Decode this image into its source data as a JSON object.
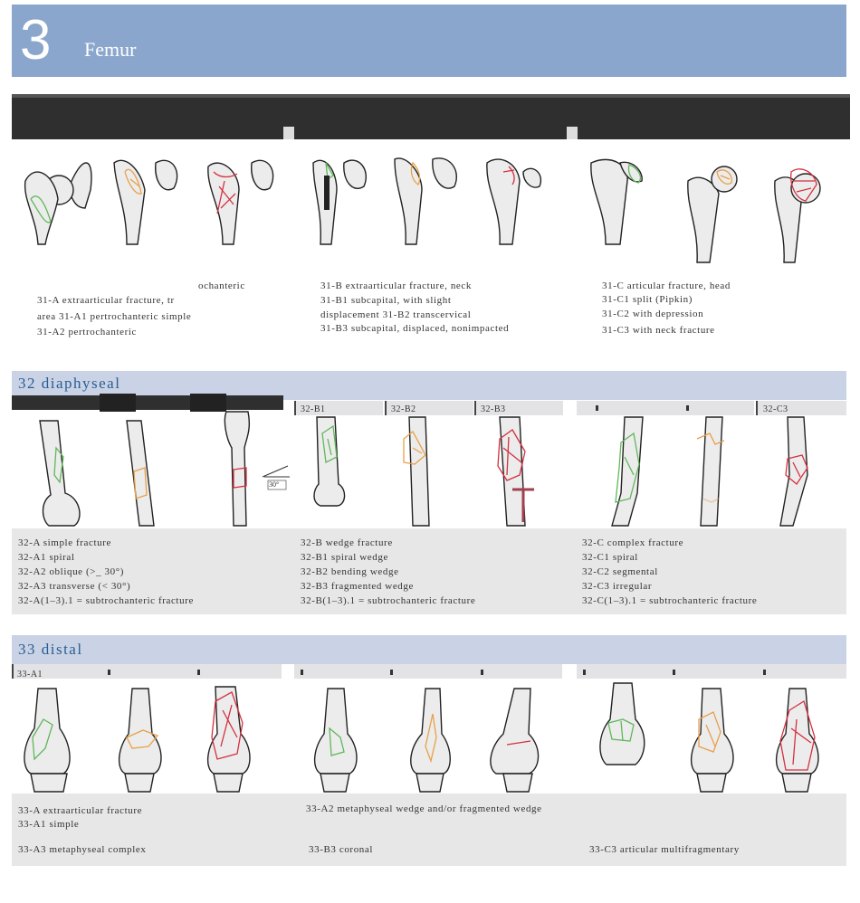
{
  "header": {
    "chapter_number": "3",
    "chapter_title": "Femur"
  },
  "section31": {
    "captions": {
      "fragment_ochanteric": "ochanteric",
      "A_line1": "31-A    extraarticular fracture, tr",
      "A_line2": "area 31-A1  pertrochanteric simple",
      "A_line3": "31-A2  pertrochanteric",
      "B_line1": "31-B    extraarticular fracture, neck",
      "B_line2": "31-B1  subcapital, with slight",
      "B_line3": "displacement 31-B2  transcervical",
      "B_line4": "31-B3  subcapital, displaced, nonimpacted",
      "C_line1": "31-C    articular fracture, head",
      "C_line2": "31-C1  split (Pipkin)",
      "C_line3": "31-C2  with depression",
      "C_line4": "31-C3  with neck fracture"
    }
  },
  "section32": {
    "title": "32    diaphyseal",
    "sub_labels": {
      "b1": "32-B1",
      "b2": "32-B2",
      "b3": "32-B3",
      "c3": "32-C3"
    },
    "angle_label": "30°",
    "captions": {
      "A_line1": "32-A    simple fracture",
      "A_line2": "32-A1  spiral",
      "A_line3": "32-A2  oblique (>_ 30°)",
      "A_line4": "32-A3  transverse (< 30°)",
      "A_line5": "32-A(1–3).1 = subtrochanteric fracture",
      "B_line1": "32-B    wedge fracture",
      "B_line2": "32-B1  spiral wedge",
      "B_line3": "32-B2  bending wedge",
      "B_line4": "32-B3  fragmented wedge",
      "B_line5": "32-B(1–3).1 = subtrochanteric fracture",
      "C_line1": "32-C    complex fracture",
      "C_line2": "32-C1  spiral",
      "C_line3": "32-C2  segmental",
      "C_line4": "32-C3  irregular",
      "C_line5": "32-C(1–3).1 = subtrochanteric fracture"
    }
  },
  "section33": {
    "title": "33    distal",
    "sub_labels": {
      "a1": "33-A1"
    },
    "captions": {
      "A_line1": "33-A    extraarticular fracture",
      "A_line2": "33-A1  simple",
      "A2": "33-A2  metaphyseal wedge and/or fragmented wedge",
      "A3": "33-A3  metaphyseal complex",
      "B3": "33-B3  coronal",
      "C3": "33-C3  articular multifragmentary"
    }
  },
  "colors": {
    "header": "#8aa6cc",
    "section_bar": "#c9d3e5",
    "green": "#5fb85a",
    "orange": "#e8a04a",
    "red": "#d4303f"
  }
}
